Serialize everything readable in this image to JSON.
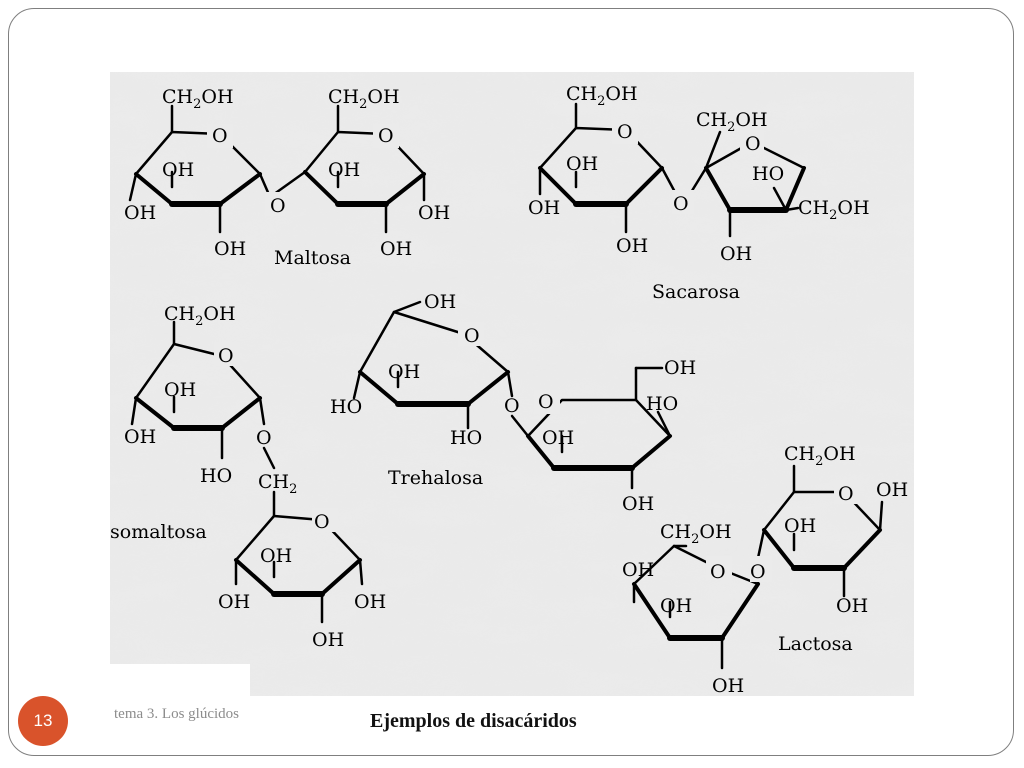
{
  "slide": {
    "number": "13",
    "footer": "tema 3. Los glúcidos",
    "title": "Ejemplos de disacáridos",
    "accent_color": "#d9532b"
  },
  "figure": {
    "names": {
      "maltosa": "Maltosa",
      "sacarosa": "Sacarosa",
      "isomaltosa": "somaltosa",
      "trehalosa": "Trehalosa",
      "lactosa": "Lactosa"
    },
    "labels": {
      "oh": "OH",
      "ho": "HO",
      "o": "O",
      "ch2oh": "CH2OH",
      "ch2": "CH2"
    }
  }
}
